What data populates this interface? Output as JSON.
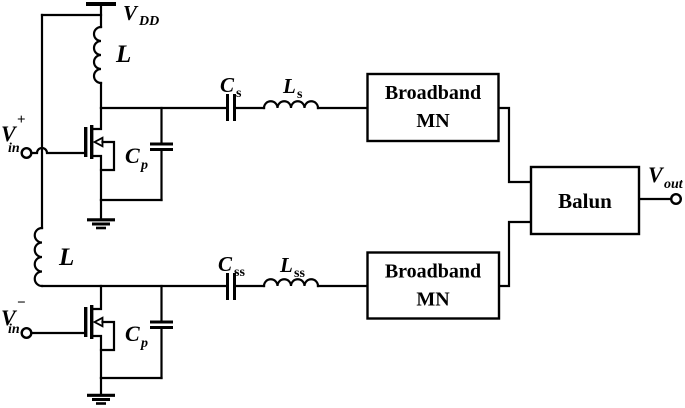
{
  "diagram": {
    "description": "Differential amplifier schematic with broadband matching networks and output balun",
    "colors": {
      "ink": "#000000",
      "paper": "#ffffff"
    },
    "labels": {
      "vdd_base": "V",
      "vdd_sub": "DD",
      "ind_top": "L",
      "ind_bottom": "L",
      "cs_base": "C",
      "cs_sub": "s",
      "ls_base": "L",
      "ls_sub": "s",
      "css_base": "C",
      "css_sub": "ss",
      "lss_base": "L",
      "lss_sub": "ss",
      "cp_top_base": "C",
      "cp_top_sub": "p",
      "cp_bottom_base": "C",
      "cp_bottom_sub": "p",
      "vin_plus_base": "V",
      "vin_plus_sub": "in",
      "vin_plus_sup": "+",
      "vin_minus_base": "V",
      "vin_minus_sub": "in",
      "vin_minus_sup": "−",
      "vout_base": "V",
      "vout_sub": "out"
    },
    "blocks": {
      "mn_top_line1": "Broadband",
      "mn_top_line2": "MN",
      "mn_bottom_line1": "Broadband",
      "mn_bottom_line2": "MN",
      "balun": "Balun"
    }
  }
}
